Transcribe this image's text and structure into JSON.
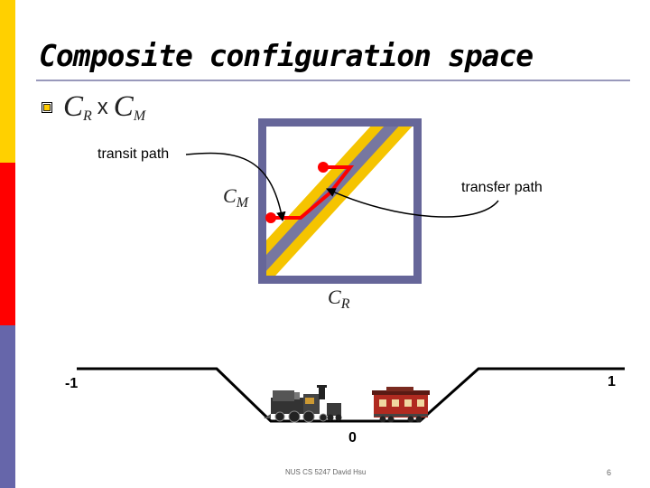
{
  "slide": {
    "title": "Composite configuration space",
    "bullet": {
      "symbol": "C",
      "sub_r": "R",
      "times": "x",
      "sub_m": "M"
    },
    "labels": {
      "transit_path": "transit path",
      "transfer_path": "transfer path",
      "cm_symbol": "C",
      "cm_sub": "M",
      "cr_symbol": "C",
      "cr_sub": "R"
    },
    "track": {
      "left": "-1",
      "right": "1",
      "center": "0"
    },
    "footer": "NUS CS 5247 David Hsu",
    "page_number": "6"
  },
  "colors": {
    "sidebar": [
      "#ffd000",
      "#ff0000",
      "#6666aa"
    ],
    "square": "#666699",
    "band": "#f5c400",
    "path": "#ff0000",
    "bullet": "#ffcc00"
  },
  "icons": [
    "bullet-square-icon",
    "locomotive-icon",
    "railcar-icon"
  ]
}
